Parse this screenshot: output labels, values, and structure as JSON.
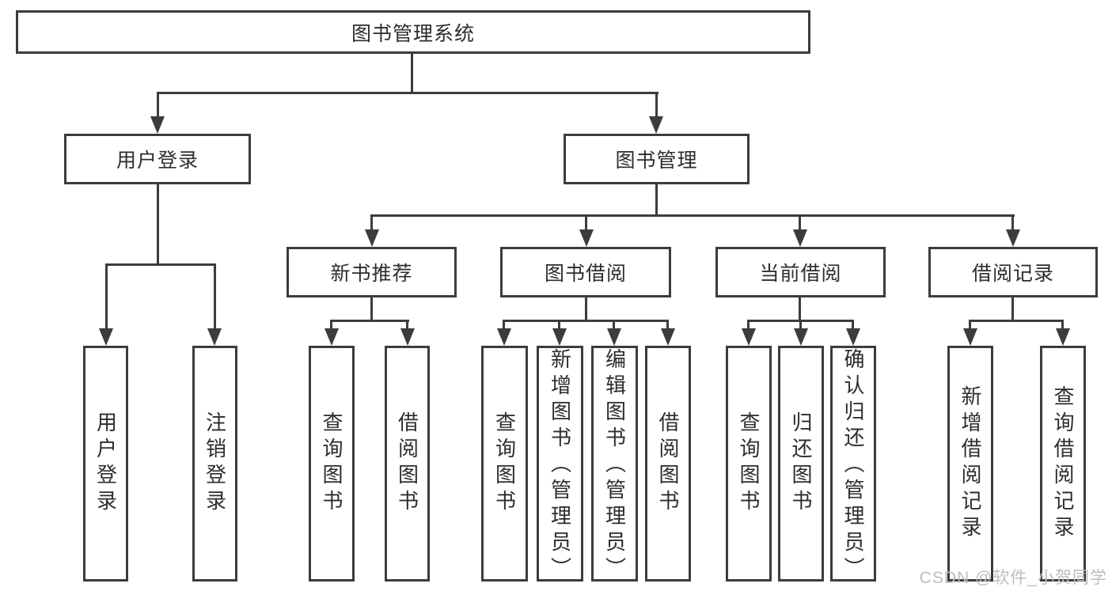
{
  "diagram": {
    "title": "图书管理系统",
    "level2": {
      "user_login": "用户登录",
      "book_mgmt": "图书管理"
    },
    "level3": {
      "new_books": "新书推荐",
      "book_borrow": "图书借阅",
      "current_borrow": "当前借阅",
      "borrow_records": "借阅记录"
    },
    "leaves": {
      "user_login": [
        "用户登录",
        "注销登录"
      ],
      "new_books": [
        "查询图书",
        "借阅图书"
      ],
      "book_borrow": [
        "查询图书",
        "新增图书（管理员）",
        "编辑图书（管理员）",
        "借阅图书"
      ],
      "current_borrow": [
        "查询图书",
        "归还图书",
        "确认归还（管理员）"
      ],
      "borrow_records": [
        "新增借阅记录",
        "查询借阅记录"
      ]
    },
    "watermark": "CSDN @软件_小贺同学",
    "colors": {
      "line": "#3c3c3c",
      "text": "#2d2d2d",
      "watermark": "#b9bdc3",
      "background": "#ffffff"
    }
  }
}
